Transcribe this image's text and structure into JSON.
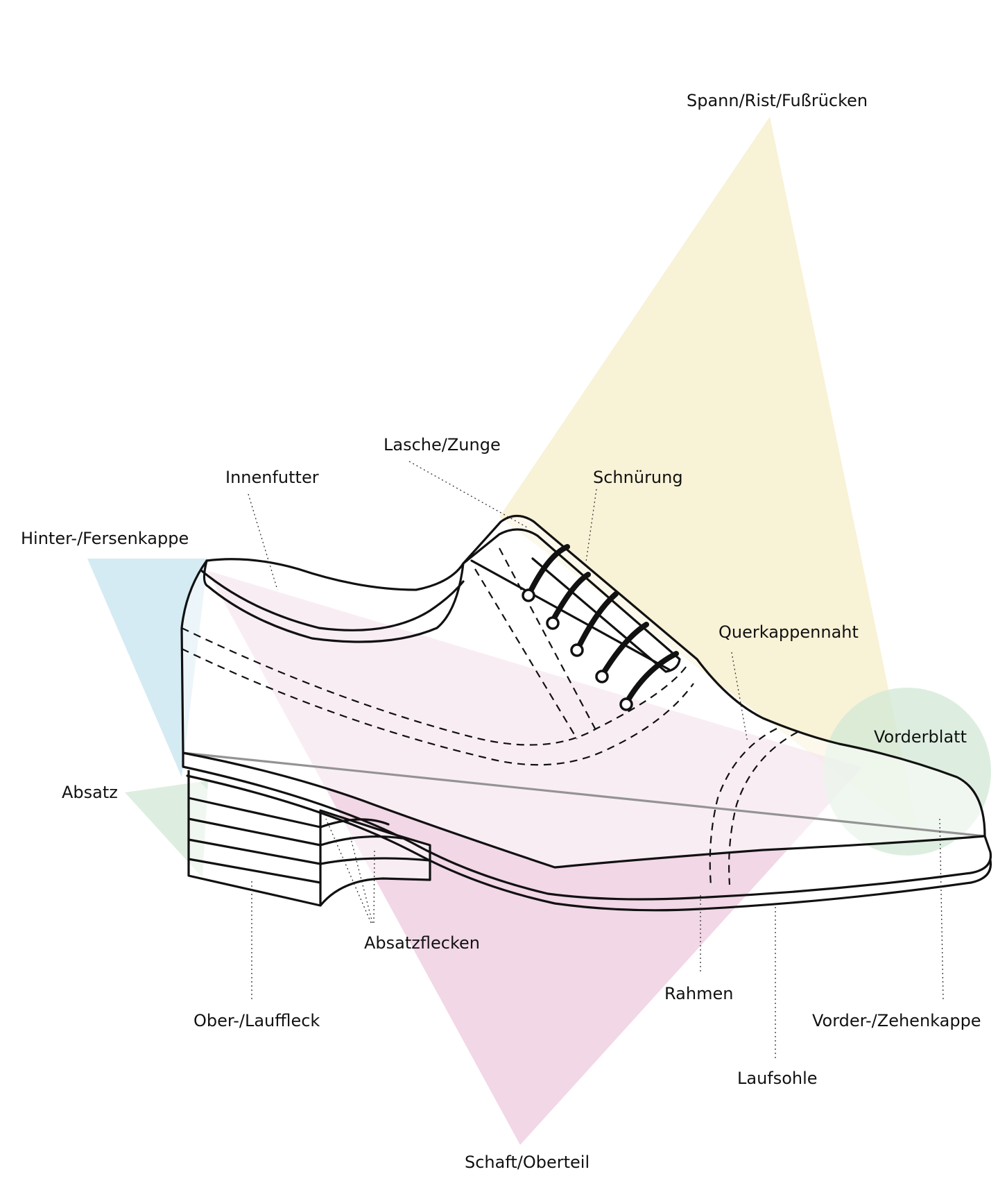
{
  "colors": {
    "spann_region": "#f6eec8",
    "schaft_region": "#ecc6dc",
    "ferse_region": "#c7e4ef",
    "absatz_region": "#d2e8d6",
    "vorderblatt_region": "#d2e8d6",
    "outline": "#111111"
  },
  "labels": {
    "spann": "Spann/Rist/Fußrücken",
    "lasche": "Lasche/Zunge",
    "innenfutter": "Innenfutter",
    "schnuerung": "Schnürung",
    "hinterkappe": "Hinter-/Fersenkappe",
    "querkappennaht": "Querkappennaht",
    "vorderblatt": "Vorderblatt",
    "absatz": "Absatz",
    "absatzflecken": "Absatzflecken",
    "rahmen": "Rahmen",
    "oberlauffleck": "Ober-/Lauffleck",
    "vorderkappe": "Vorder-/Zehenkappe",
    "laufsohle": "Laufsohle",
    "schaft": "Schaft/Oberteil"
  }
}
